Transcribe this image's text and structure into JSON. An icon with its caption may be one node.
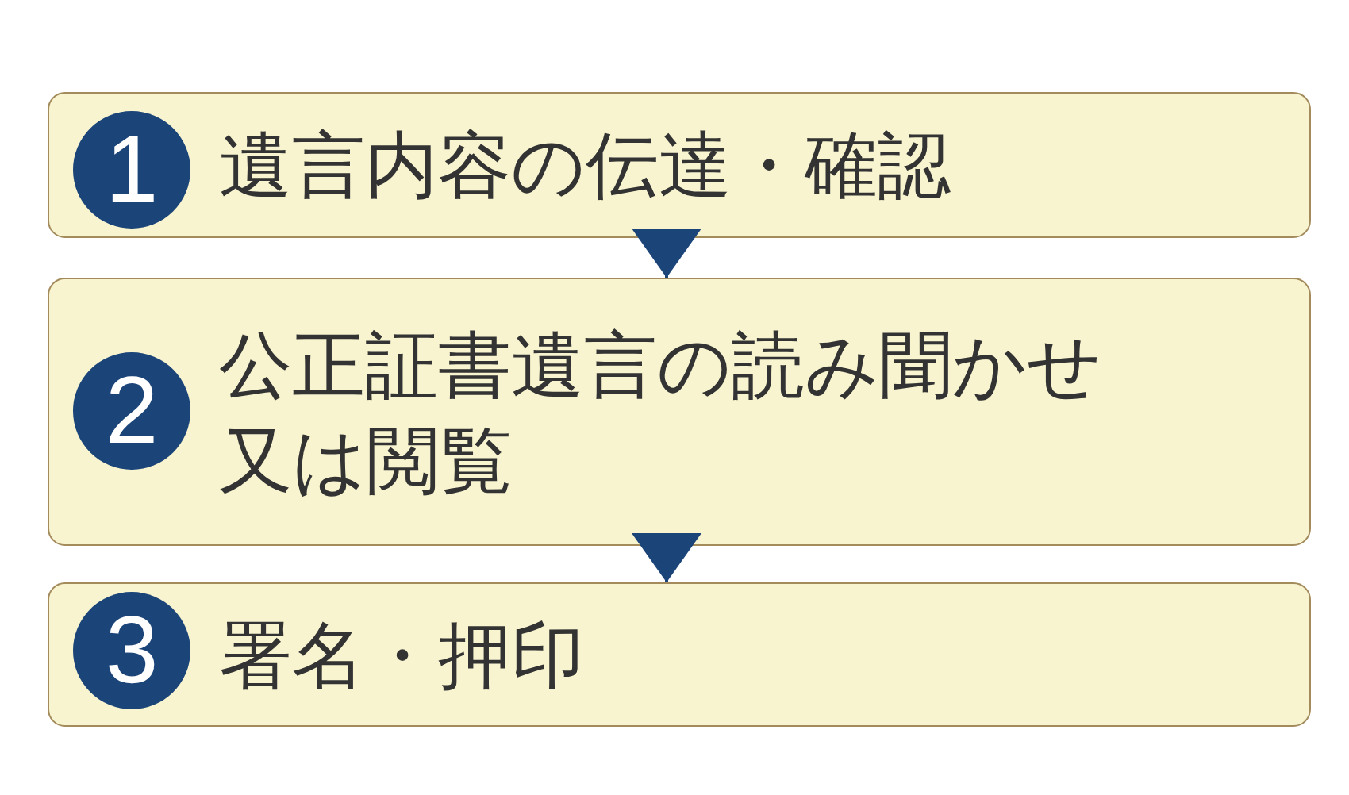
{
  "diagram": {
    "nodes": [
      {
        "text": [
          "遺言内容の伝達・確認"
        ]
      },
      {
        "text": [
          "1"
        ],
        "in": 0
      },
      {
        "text": [
          "公正証書遺言の読み聞かせ又は閲覧"
        ]
      },
      {
        "text": [
          "2"
        ],
        "in": 2
      },
      {
        "text": [
          "署名・押印"
        ]
      },
      {
        "text": [
          "3"
        ],
        "in": 4
      }
    ],
    "edges": [
      {
        "from": 0,
        "to": 2,
        "arrow": "to"
      },
      {
        "from": 2,
        "to": 4,
        "arrow": "to"
      }
    ]
  }
}
